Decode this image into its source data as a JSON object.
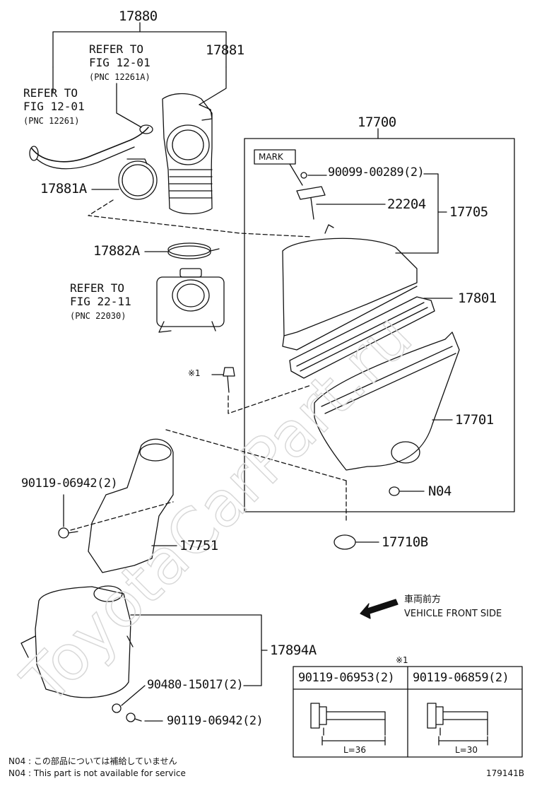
{
  "watermark": "ToyotaCarPart.ru",
  "labels": {
    "p17880": "17880",
    "p17881": "17881",
    "p17881A": "17881A",
    "p17882A": "17882A",
    "p17700": "17700",
    "p22204": "22204",
    "p17705": "17705",
    "p17801": "17801",
    "p17701": "17701",
    "n04": "N04",
    "p17710B": "17710B",
    "p17751": "17751",
    "p17894A": "17894A",
    "bolt_90099": "90099-00289(2)",
    "bolt_90119_top": "90119-06942(2)",
    "bolt_90480": "90480-15017(2)",
    "bolt_90119_bottom": "90119-06942(2)",
    "mark": "MARK",
    "star_mark": "※1"
  },
  "refs": {
    "ref1": {
      "line1": "REFER TO",
      "line2": "FIG 12-01",
      "line3": "(PNC 12261A)"
    },
    "ref2": {
      "line1": "REFER TO",
      "line2": "FIG 12-01",
      "line3": "(PNC 12261)"
    },
    "ref3": {
      "line1": "REFER TO",
      "line2": "FIG 22-11",
      "line3": "(PNC 22030)"
    }
  },
  "front": {
    "jp": "車両前方",
    "en": "VEHICLE FRONT SIDE"
  },
  "table": {
    "mark": "※1",
    "col1": {
      "header": "90119-06953(2)",
      "length": "L=36"
    },
    "col2": {
      "header": "90119-06859(2)",
      "length": "L=30"
    }
  },
  "notes": {
    "jp": "N04 : この部品については補給していません",
    "en": "N04 : This part is not available for service"
  },
  "figure_id": "179141B"
}
